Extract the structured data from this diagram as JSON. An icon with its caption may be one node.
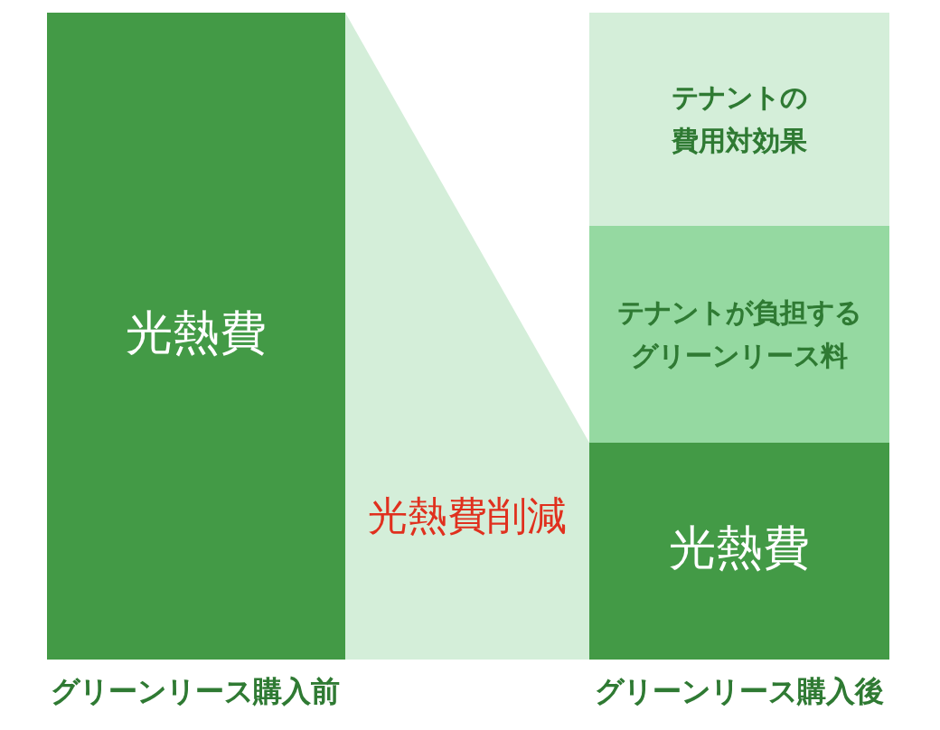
{
  "diagram": {
    "nodes": [
      {
        "text": [
          "光熱費"
        ]
      },
      {
        "text": [
          "光熱費削減"
        ]
      },
      {
        "text": [
          "テナントの費用対効果"
        ]
      },
      {
        "text": [
          "テナントが負担するグリーンリース料"
        ]
      },
      {
        "text": [
          "光熱費"
        ]
      }
    ],
    "labels": [
      "グリーンリース購入前",
      "グリーンリース購入後"
    ]
  }
}
